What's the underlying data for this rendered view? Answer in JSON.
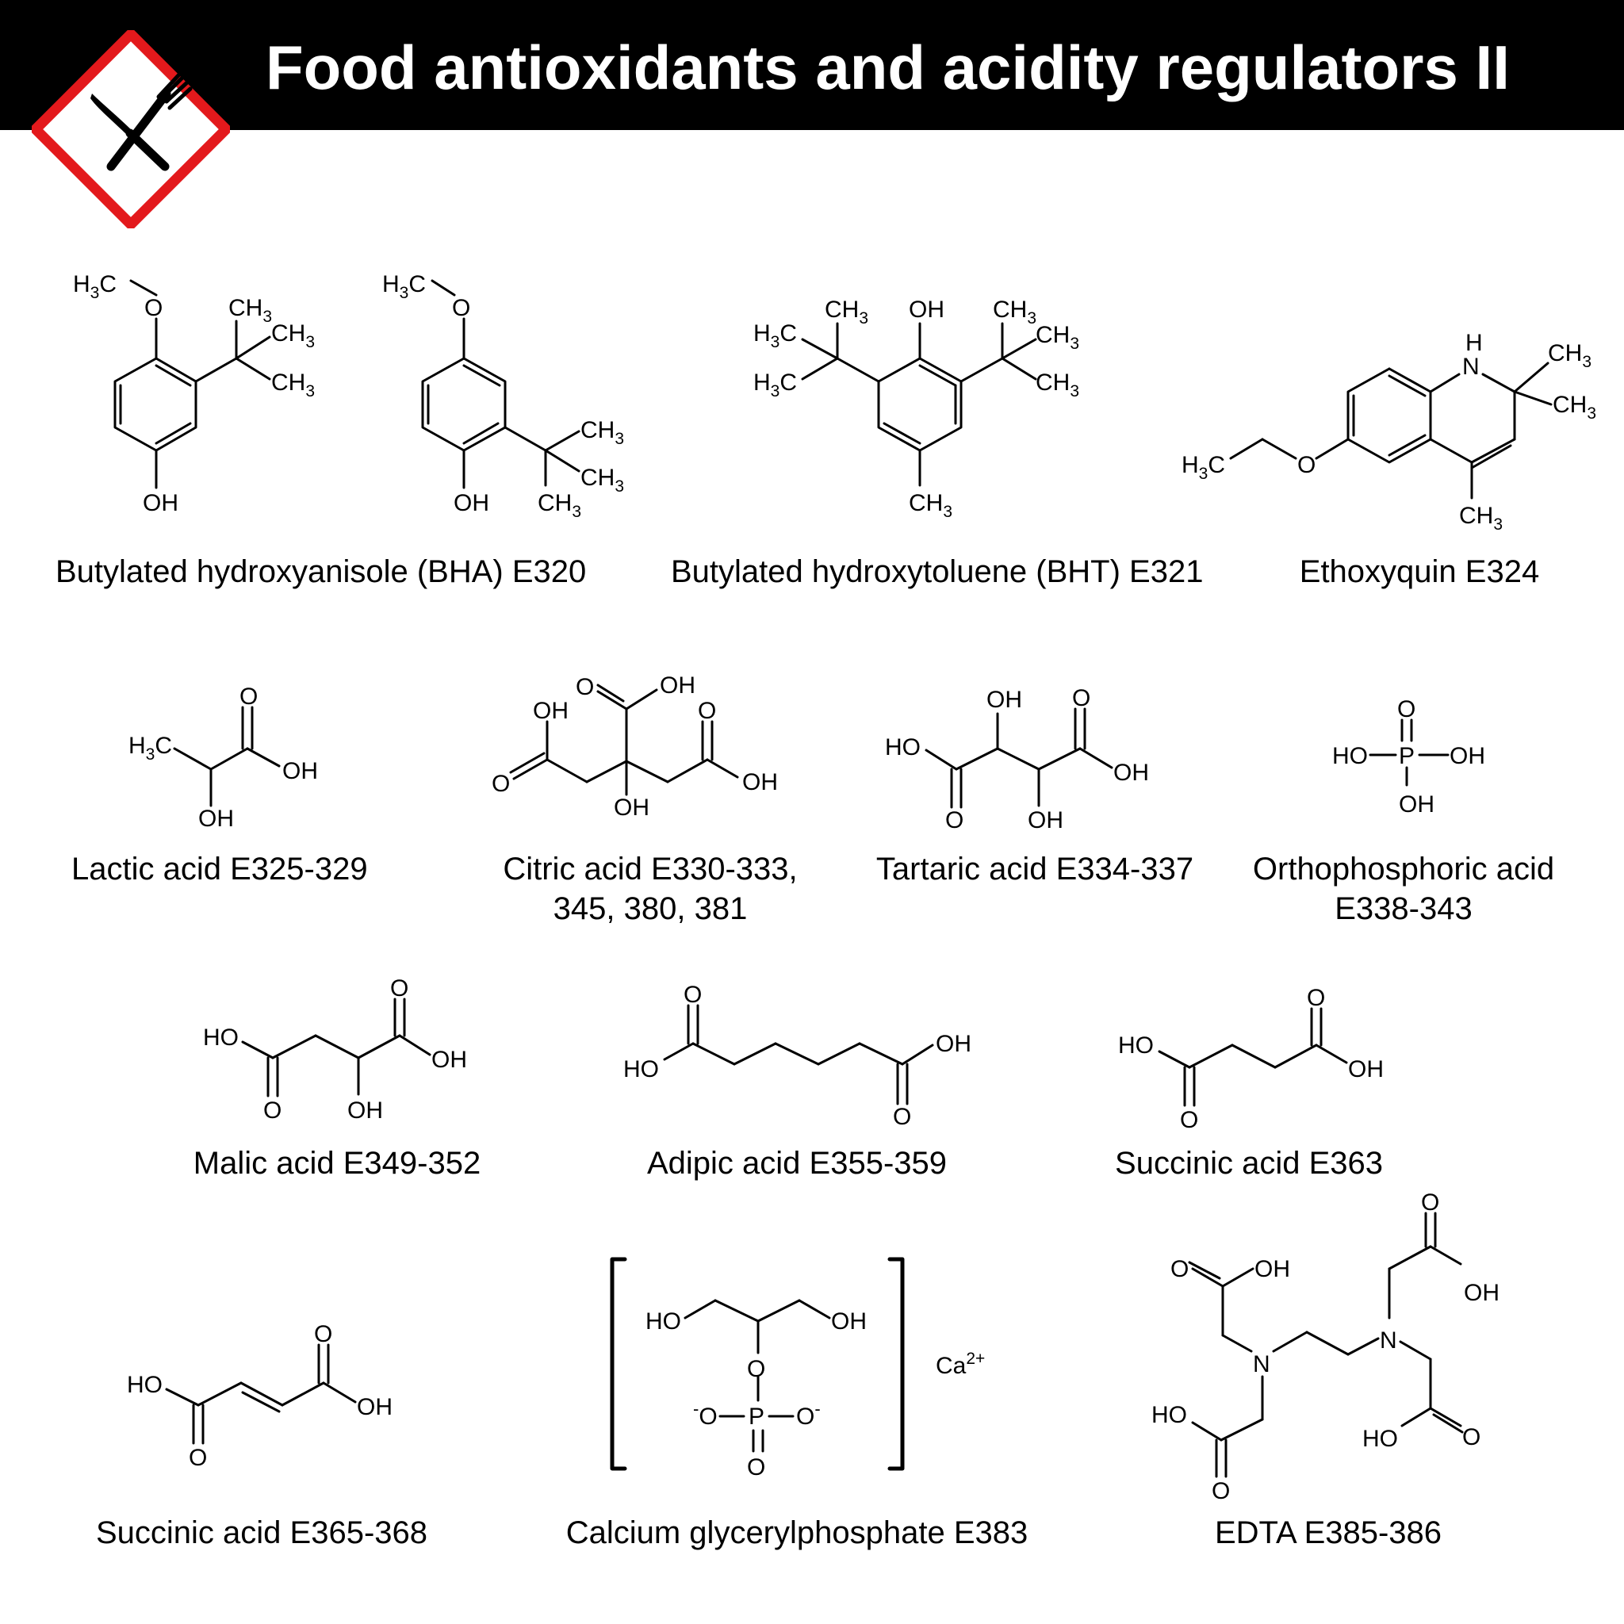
{
  "title": "Food antioxidants and acidity regulators II",
  "colors": {
    "header_bg": "#000000",
    "title": "#ffffff",
    "sign_border": "#e3191c",
    "line": "#000000"
  },
  "icons": {
    "sign": "food-diamond-icon",
    "knife": "knife-icon",
    "fork": "fork-icon"
  },
  "compounds": [
    {
      "name": "Butylated hydroxyanisole (BHA) E320"
    },
    {
      "name": "Butylated hydroxytoluene (BHT) E321"
    },
    {
      "name": "Ethoxyquin E324"
    },
    {
      "name": "Lactic acid E325-329"
    },
    {
      "name": "Citric acid E330-333,",
      "name_line2": "345, 380, 381"
    },
    {
      "name": "Tartaric acid E334-337"
    },
    {
      "name": "Orthophosphoric acid",
      "name_line2": "E338-343"
    },
    {
      "name": "Malic acid E349-352"
    },
    {
      "name": "Adipic acid E355-359"
    },
    {
      "name": "Succinic acid E363"
    },
    {
      "name": "Succinic acid E365-368"
    },
    {
      "name": "Calcium glycerylphosphate E383"
    },
    {
      "name": "EDTA E385-386"
    }
  ],
  "atoms": {
    "H3C": "H",
    "sub3": "3",
    "C": "C",
    "CH": "CH",
    "O": "O",
    "OH": "OH",
    "HO": "HO",
    "H": "H",
    "N": "N",
    "P": "P",
    "minus": "-",
    "Ca": "Ca",
    "charge": "2+"
  }
}
